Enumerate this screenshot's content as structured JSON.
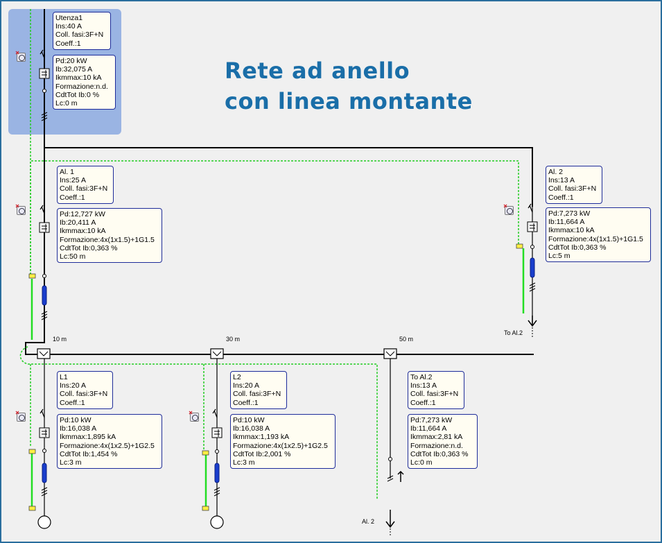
{
  "title": {
    "line1": "Rete ad anello",
    "line2": "con linea montante"
  },
  "distances": {
    "d1": "10 m",
    "d2": "30 m",
    "d3": "50 m"
  },
  "end_labels": {
    "to_al2": "To Al.2",
    "al2": "Al. 2"
  },
  "colors": {
    "title": "#1a6ea8",
    "bus_line": "#000000",
    "ring_dashed": "#22cc22",
    "box_border": "#1d2b9a",
    "box_fill": "#fffdf2",
    "selected_panel": "#9ab4e3"
  },
  "icons": {
    "tool": "tool-icon",
    "breaker": "breaker-symbol",
    "protection": "protection-relay-symbol",
    "cable": "cable-symbol",
    "load": "load-circle-symbol",
    "arrow": "down-arrow-symbol"
  },
  "utenza1": {
    "head": {
      "l1": "Utenza1",
      "l2": "Ins:40 A",
      "l3": "Coll. fasi:3F+N",
      "l4": "Coeff.:1"
    },
    "data": {
      "l1": "Pd:20 kW",
      "l2": "Ib:32,075 A",
      "l3": "Ikmmax:10 kA",
      "l4": "Formazione:n.d.",
      "l5": "CdtTot Ib:0 %",
      "l6": "Lc:0 m"
    }
  },
  "al1": {
    "head": {
      "l1": "Al. 1",
      "l2": "Ins:25 A",
      "l3": "Coll. fasi:3F+N",
      "l4": "Coeff.:1"
    },
    "data": {
      "l1": "Pd:12,727 kW",
      "l2": "Ib:20,411 A",
      "l3": "Ikmmax:10 kA",
      "l4": "Formazione:4x(1x1.5)+1G1.5",
      "l5": "CdtTot Ib:0,363 %",
      "l6": "Lc:50 m"
    }
  },
  "al2": {
    "head": {
      "l1": "Al. 2",
      "l2": "Ins:13 A",
      "l3": "Coll. fasi:3F+N",
      "l4": "Coeff.:1"
    },
    "data": {
      "l1": "Pd:7,273 kW",
      "l2": "Ib:11,664 A",
      "l3": "Ikmmax:10 kA",
      "l4": "Formazione:4x(1x1.5)+1G1.5",
      "l5": "CdtTot Ib:0,363 %",
      "l6": "Lc:5 m"
    }
  },
  "l1": {
    "head": {
      "l1": "L1",
      "l2": "Ins:20 A",
      "l3": "Coll. fasi:3F+N",
      "l4": "Coeff.:1"
    },
    "data": {
      "l1": "Pd:10 kW",
      "l2": "Ib:16,038 A",
      "l3": "Ikmmax:1,895 kA",
      "l4": "Formazione:4x(1x2.5)+1G2.5",
      "l5": "CdtTot Ib:1,454 %",
      "l6": "Lc:3 m"
    }
  },
  "l2": {
    "head": {
      "l1": "L2",
      "l2": "Ins:20 A",
      "l3": "Coll. fasi:3F+N",
      "l4": "Coeff.:1"
    },
    "data": {
      "l1": "Pd:10 kW",
      "l2": "Ib:16,038 A",
      "l3": "Ikmmax:1,193 kA",
      "l4": "Formazione:4x(1x2.5)+1G2.5",
      "l5": "CdtTot Ib:2,001 %",
      "l6": "Lc:3 m"
    }
  },
  "toal2": {
    "head": {
      "l1": "To Al.2",
      "l2": "Ins:13 A",
      "l3": "Coll. fasi:3F+N",
      "l4": "Coeff.:1"
    },
    "data": {
      "l1": "Pd:7,273 kW",
      "l2": "Ib:11,664 A",
      "l3": "Ikmmax:2,81 kA",
      "l4": "Formazione:n.d.",
      "l5": "CdtTot Ib:0,363 %",
      "l6": "Lc:0 m"
    }
  }
}
